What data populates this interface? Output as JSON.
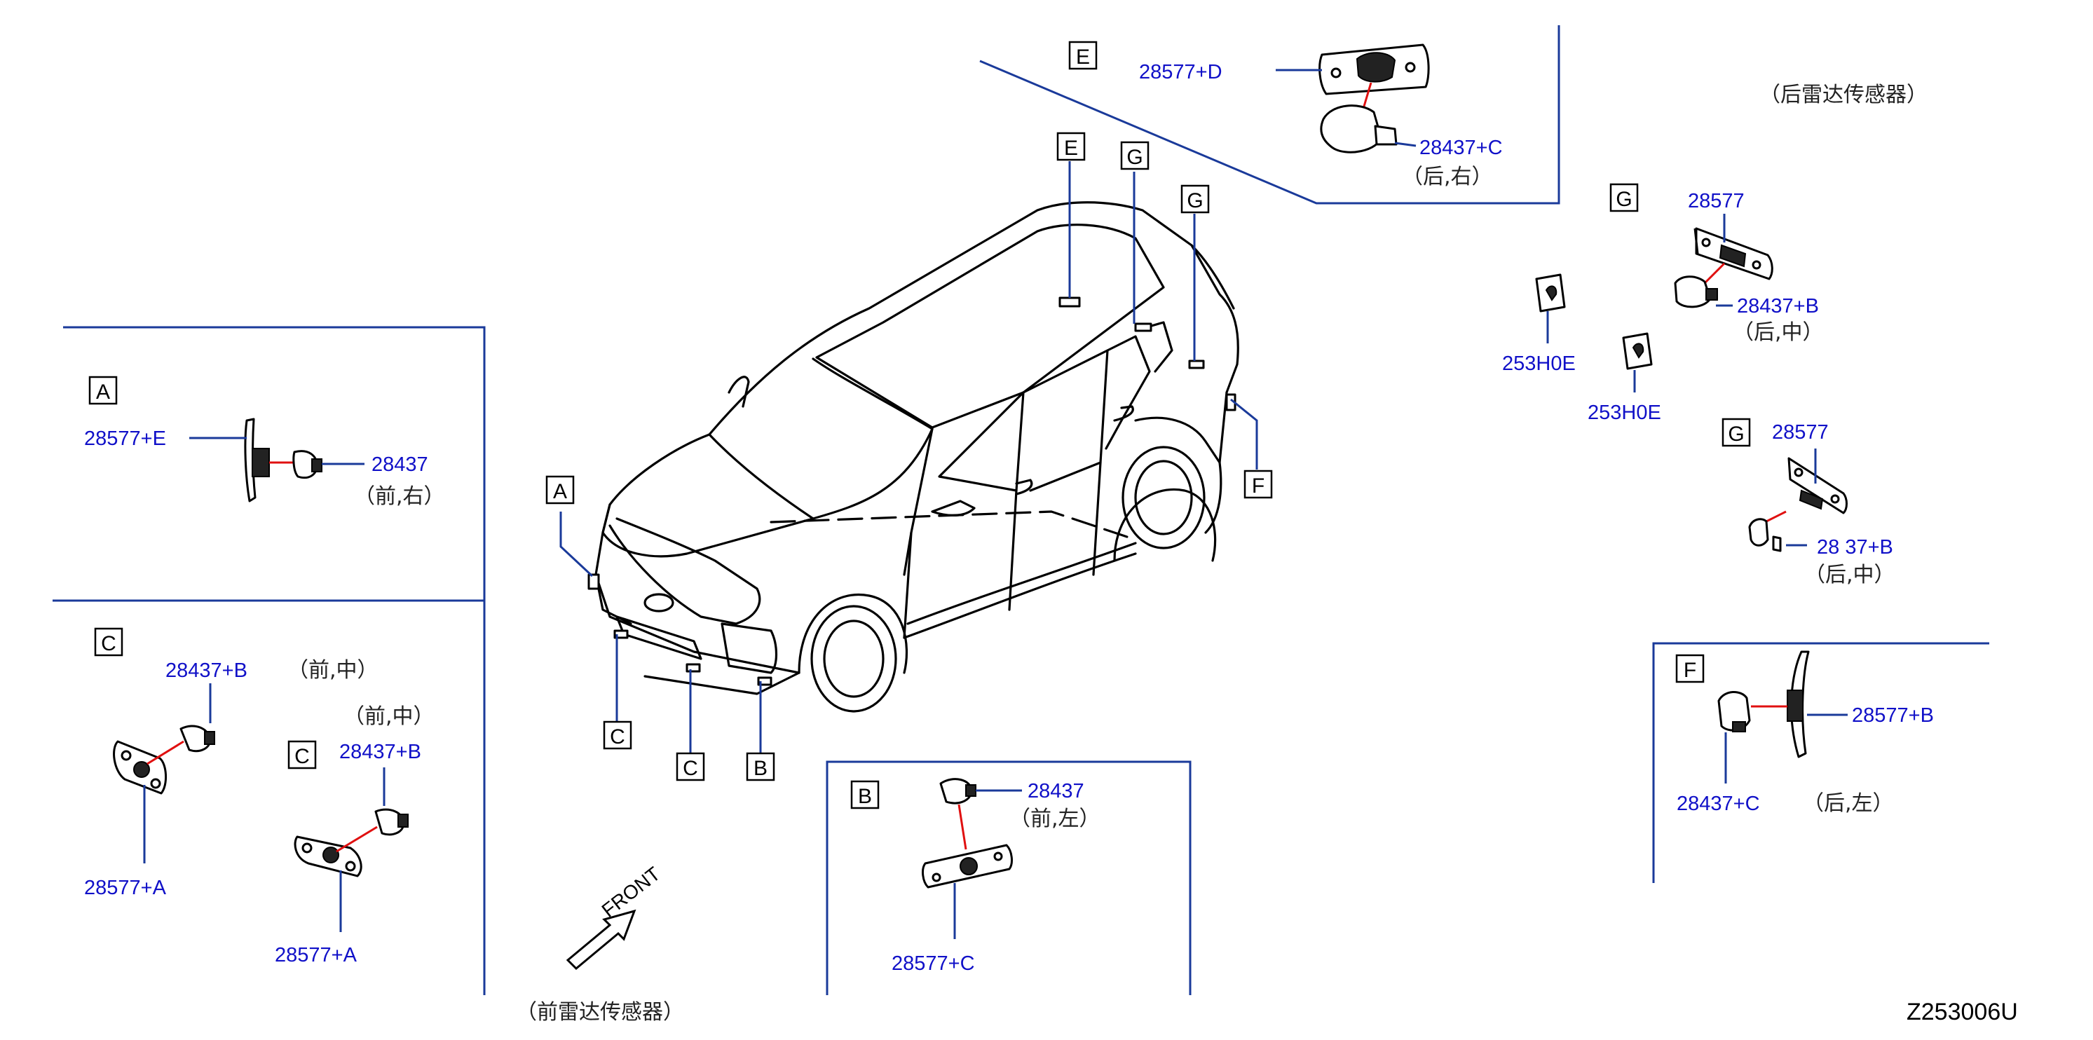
{
  "diagram_id": "Z253006U",
  "section_titles": {
    "front": "（前雷达传感器）",
    "rear": "（后雷达传感器）"
  },
  "arrow_label": "FRONT",
  "callouts": {
    "A": "A",
    "B": "B",
    "C": "C",
    "E": "E",
    "F": "F",
    "G": "G"
  },
  "part_numbers": {
    "p28437": "28437",
    "p28437B": "28437+B",
    "p28437C": "28437+C",
    "p28577": "28577",
    "p28577A": "28577+A",
    "p28577B": "28577+B",
    "p28577C": "28577+C",
    "p28577D": "28577+D",
    "p28577E": "28577+E",
    "p253H0E": "253H0E",
    "p28437B_partial": "28 37+B"
  },
  "positions": {
    "front_right": "（前,右）",
    "front_center": "（前,中）",
    "front_left": "（前,左）",
    "rear_right": "（后,右）",
    "rear_center": "（后,中）",
    "rear_left": "（后,左）"
  }
}
